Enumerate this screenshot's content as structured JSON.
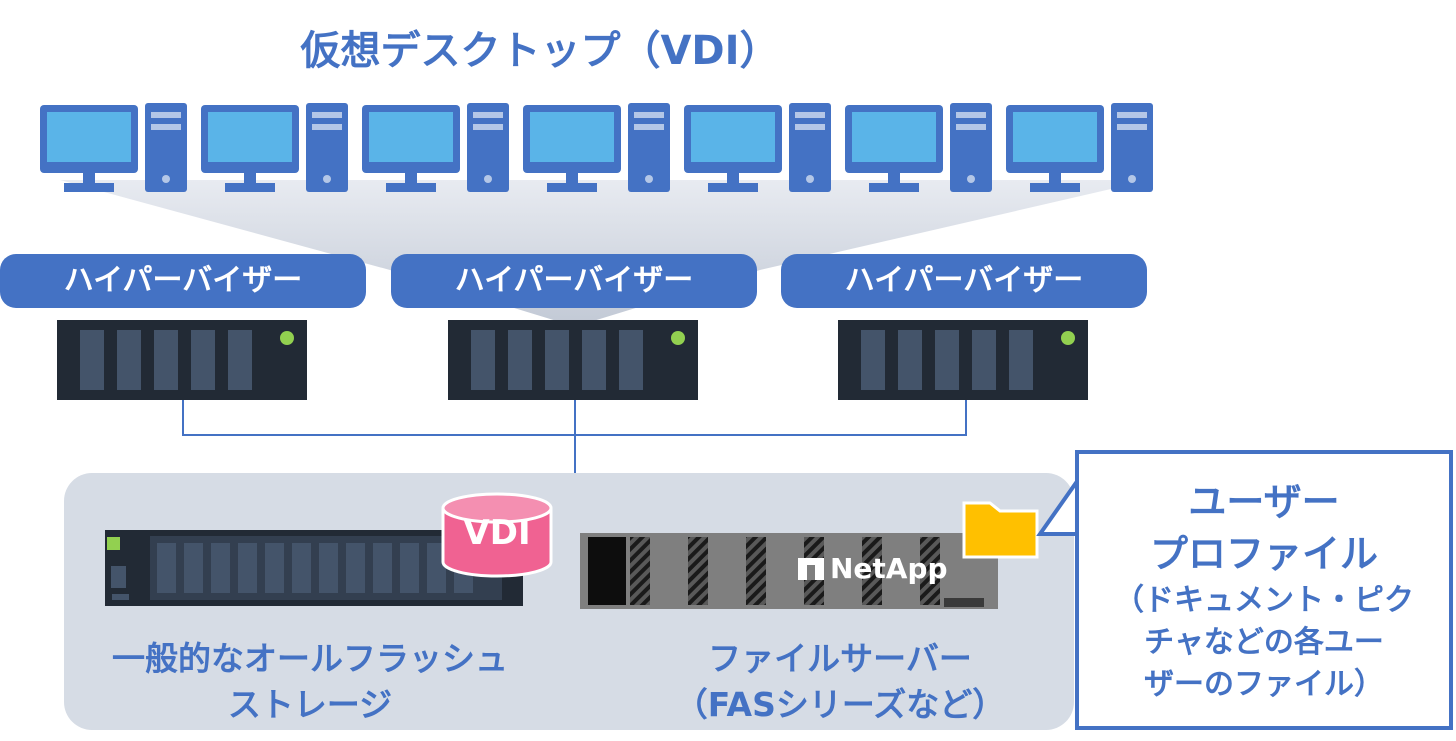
{
  "title": "仮想デスクトップ（VDI）",
  "hypervisors": [
    {
      "label": "ハイパーバイザー"
    },
    {
      "label": "ハイパーバイザー"
    },
    {
      "label": "ハイパーバイザー"
    }
  ],
  "desktops_count": 7,
  "storage": {
    "flash_caption_lines": [
      "一般的なオールフラッシュ",
      "ストレージ"
    ],
    "vdi_label": "VDI",
    "file_server_caption_lines": [
      "ファイルサーバー",
      "（FASシリーズなど）"
    ],
    "netapp_logo_text": "NetApp"
  },
  "callout": {
    "heading_lines": [
      "ユーザー",
      "プロファイル"
    ],
    "detail_lines": [
      "（ドキュメント・ピク",
      "チャなどの各ユー",
      "ザーのファイル）"
    ]
  },
  "colors": {
    "accent": "#4472c4",
    "server_dark": "#222a35",
    "server_slot": "#44546a",
    "led_green": "#92d050",
    "storage_bg": "#d6dce5",
    "vdi_pink": "#f06292",
    "folder_yellow": "#ffc000"
  },
  "icons": [
    "desktop-monitor-icon",
    "tower-pc-icon",
    "server-rack-icon",
    "database-cylinder-icon",
    "folder-icon",
    "netapp-logo-icon"
  ]
}
